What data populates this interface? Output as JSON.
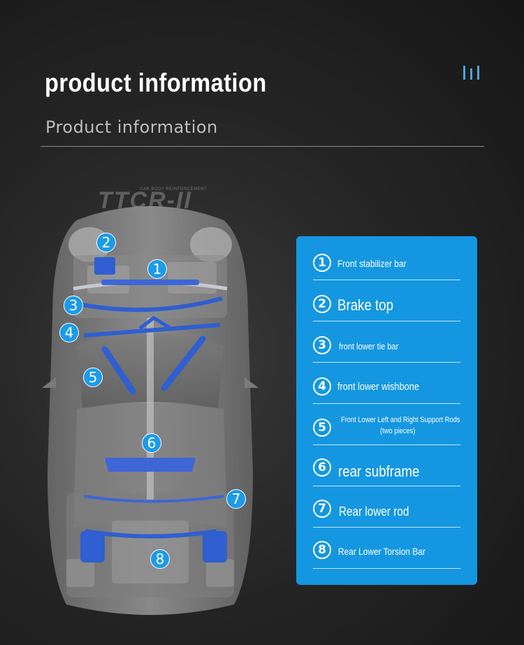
{
  "header": {
    "title": "product information",
    "subtitle": "Product information"
  },
  "brand": {
    "mark": "TTCR-II",
    "tagline": "CAR BODY REINFORCEMENT"
  },
  "colors": {
    "panel": "#1497e0",
    "pin": "#1c9be8",
    "bar_blue": "#2f5fd0",
    "accent_icon": "#4fa3d8"
  },
  "pins": [
    "1",
    "2",
    "3",
    "4",
    "5",
    "6",
    "7",
    "8"
  ],
  "parts": [
    {
      "num": "1",
      "label": "Front stabilizer bar"
    },
    {
      "num": "2",
      "label": "Brake top"
    },
    {
      "num": "3",
      "label": "front lower tie bar"
    },
    {
      "num": "4",
      "label": "front lower wishbone"
    },
    {
      "num": "5",
      "label": "Front Lower Left and Right Support Rods",
      "label2": "(two pieces)"
    },
    {
      "num": "6",
      "label": "rear subframe"
    },
    {
      "num": "7",
      "label": "Rear lower rod"
    },
    {
      "num": "8",
      "label": "Rear Lower Torsion Bar"
    }
  ]
}
